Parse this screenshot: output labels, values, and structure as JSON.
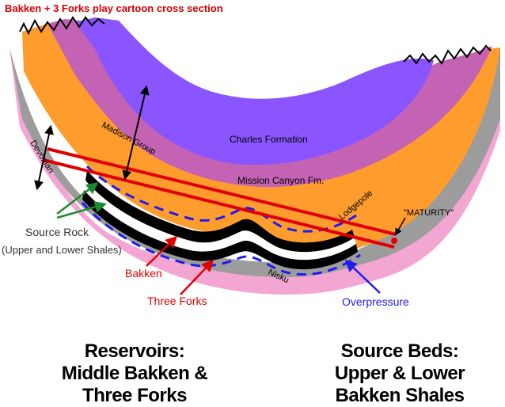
{
  "title": "Bakken + 3 Forks play cartoon cross section",
  "layers": {
    "charles": "Charles Formation",
    "mission_canyon": "Mission Canyon Fm.",
    "madison": "Madison Group",
    "lodgepole": "Lodgepole",
    "devonian": "Devonian",
    "nisku": "Nisku"
  },
  "callouts": {
    "source_rock_1": "Source Rock",
    "source_rock_2": "(Upper and Lower Shales)",
    "bakken": "Bakken",
    "three_forks": "Three Forks",
    "overpressure": "Overpressure",
    "maturity": "\"MATURITY\""
  },
  "captions": {
    "reservoirs_line1": "Reservoirs:",
    "reservoirs_line2": "Middle Bakken & Three Forks",
    "source_line1": "Source Beds:",
    "source_line2": "Upper & Lower Bakken Shales"
  },
  "colors": {
    "charles": "#8a55ff",
    "mission_canyon": "#c463b3",
    "madison_lodgepole": "#ff9c2e",
    "pink": "#f4a6d2",
    "gray": "#9c9c9c",
    "shale": "#000000",
    "middle_bakken": "#ffffff",
    "maturity_line": "#e00000",
    "overpressure_line": "#1d1df0",
    "source_arrow": "#1a8a2e"
  }
}
